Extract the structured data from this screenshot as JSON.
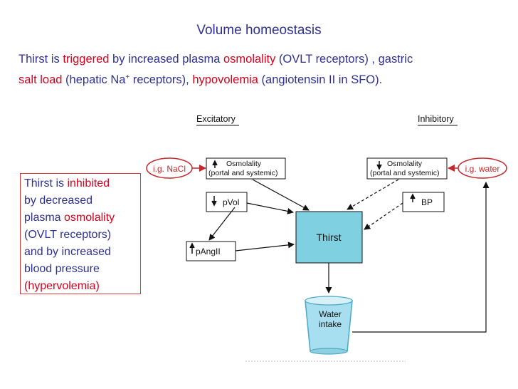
{
  "title": "Volume homeostasis",
  "intro": {
    "p1": "Thirst is ",
    "triggered": "triggered",
    "p2": " by increased plasma ",
    "osmolality": "osmolality",
    "p3": " (OVLT receptors) , gastric",
    "salt_load": "salt load",
    "p4": " (hepatic Na",
    "plus": "+",
    "p5": " receptors), ",
    "hypovolemia": "hypovolemia",
    "p6": " (angiotensin II in SFO)."
  },
  "inhibit_box": {
    "l1a": "Thirst is ",
    "inhibited": "inhibited",
    "l2": "by decreased",
    "l3a": "plasma ",
    "osmolality": "osmolality",
    "l4": "(OVLT receptors)",
    "l5": "and by increased",
    "l6": "blood pressure",
    "l7": "(hypervolemia)"
  },
  "diagram": {
    "excitatory": "Excitatory",
    "inhibitory": "Inhibitory",
    "ig_nacl": "i.g. NaCl",
    "ig_water": "i.g. water",
    "osm_left_1": "Osmolality",
    "osm_left_2": "(portal and systemic)",
    "osm_right_1": "Osmolality",
    "osm_right_2": "(portal and systemic)",
    "pvol": "pVol",
    "bp": "BP",
    "pangii": "pAngII",
    "thirst": "Thirst",
    "water_1": "Water",
    "water_2": "intake"
  },
  "colors": {
    "text_blue": "#2e3192",
    "red": "#d6001c",
    "thirst_fill": "#7fd0e0",
    "water_fill": "#a8dff0"
  }
}
